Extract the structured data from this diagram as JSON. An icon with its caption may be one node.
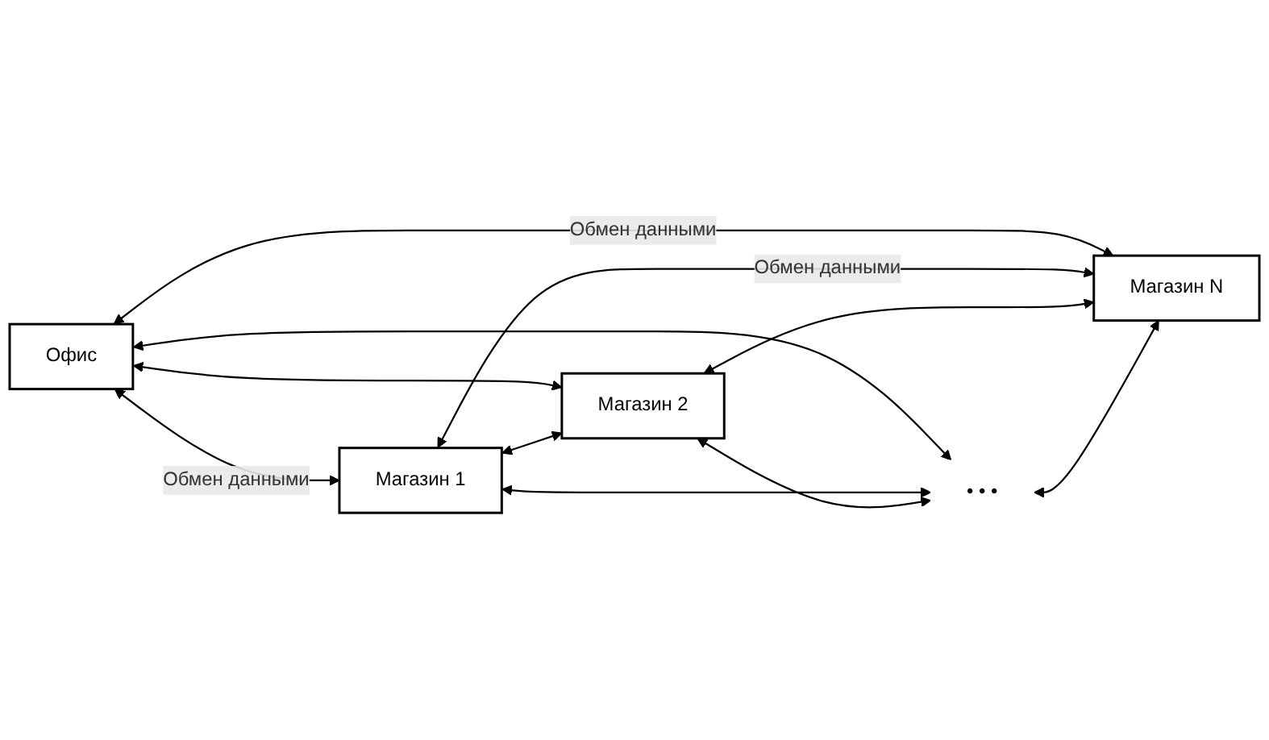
{
  "diagram": {
    "nodes": [
      {
        "text": [
          "Офис"
        ]
      },
      {
        "text": [
          "Магазин 1"
        ]
      },
      {
        "text": [
          "Магазин 2"
        ]
      },
      {
        "text": [
          "• • •"
        ]
      },
      {
        "text": [
          "Магазин N"
        ]
      }
    ],
    "edges": [
      {
        "from": 0,
        "to": 1,
        "arrow": "both",
        "label": "Обмен данными"
      },
      {
        "from": 0,
        "to": 2,
        "arrow": "both"
      },
      {
        "from": 0,
        "to": 3,
        "arrow": "both"
      },
      {
        "from": 0,
        "to": 4,
        "arrow": "both",
        "label": "Обмен данными"
      },
      {
        "from": 1,
        "to": 2,
        "arrow": "both"
      },
      {
        "from": 1,
        "to": 3,
        "arrow": "both"
      },
      {
        "from": 1,
        "to": 4,
        "arrow": "both",
        "label": "Обмен данными"
      },
      {
        "from": 2,
        "to": 3,
        "arrow": "both"
      },
      {
        "from": 2,
        "to": 4,
        "arrow": "both"
      },
      {
        "from": 3,
        "to": 4,
        "arrow": "both"
      }
    ]
  }
}
